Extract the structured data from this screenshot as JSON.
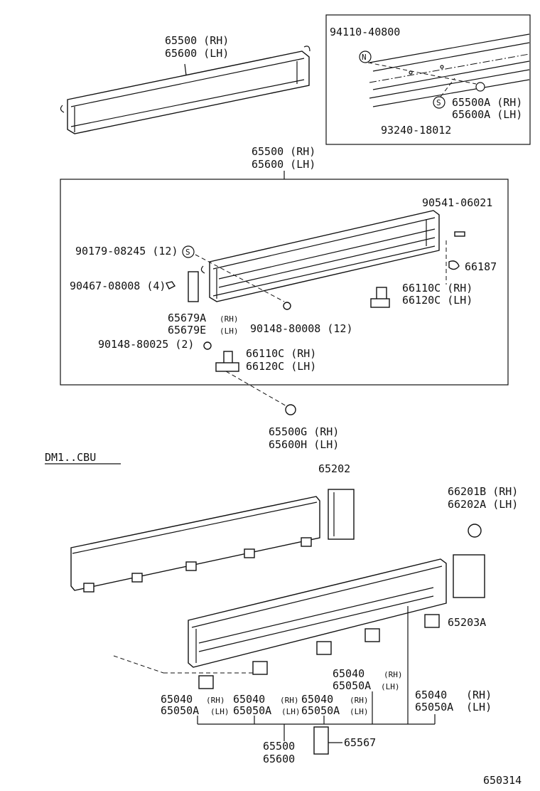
{
  "labels": {
    "top_rail_rh": "65500 (RH)",
    "top_rail_lh": "65600 (LH)",
    "inset_bolt": "94110-40800",
    "inset_nut_rh": "65500A (RH)",
    "inset_nut_lh": "65600A (LH)",
    "inset_screw": "93240-18012",
    "assy_rh": "65500 (RH)",
    "assy_lh": "65600 (LH)",
    "pin": "90541-06021",
    "screw_12": "90179-08245 (12)",
    "clip_66187": "66187",
    "clip_4": "90467-08008 (4)",
    "hinge_r_rh": "66110C (RH)",
    "hinge_r_lh": "66120C (LH)",
    "pad_rh": "65679A",
    "pad_rh_side": "(RH)",
    "pad_lh": "65679E",
    "pad_lh_side": "(LH)",
    "bolt_12": "90148-80008 (12)",
    "bolt_2": "90148-80025 (2)",
    "hinge_l_rh": "66110C (RH)",
    "hinge_l_lh": "66120C (LH)",
    "bolt_g_rh": "65500G (RH)",
    "bolt_h_lh": "65600H (LH)",
    "variant": "DM1..CBU",
    "cover": "65202",
    "handle_rh": "66201B (RH)",
    "handle_lh": "66202A (LH)",
    "bracket_a": "65203A",
    "hg1_rh": "65040",
    "hg1_rh_side": "(RH)",
    "hg1_lh": "65050A",
    "hg1_lh_side": "(LH)",
    "hg2_rh": "65040",
    "hg2_rh_side": "(RH)",
    "hg2_lh": "65050A",
    "hg2_lh_side": "(LH)",
    "hg3_rh": "65040",
    "hg3_rh_side": "(RH)",
    "hg3_lh": "65050A",
    "hg3_lh_side": "(LH)",
    "hg4_rh": "65040",
    "hg4_rh_side": "(RH)",
    "hg4_lh": "65050A",
    "hg4_lh_side": "(LH)",
    "hg5_rh": "65040",
    "hg5_rh_side": "(RH)",
    "hg5_lh": "65050A",
    "hg5_lh_side": "(LH)",
    "bottom_rh": "65500",
    "bottom_lh": "65600",
    "stopper": "65567",
    "figure_no": "650314",
    "sym_n": "N",
    "sym_s": "S"
  }
}
